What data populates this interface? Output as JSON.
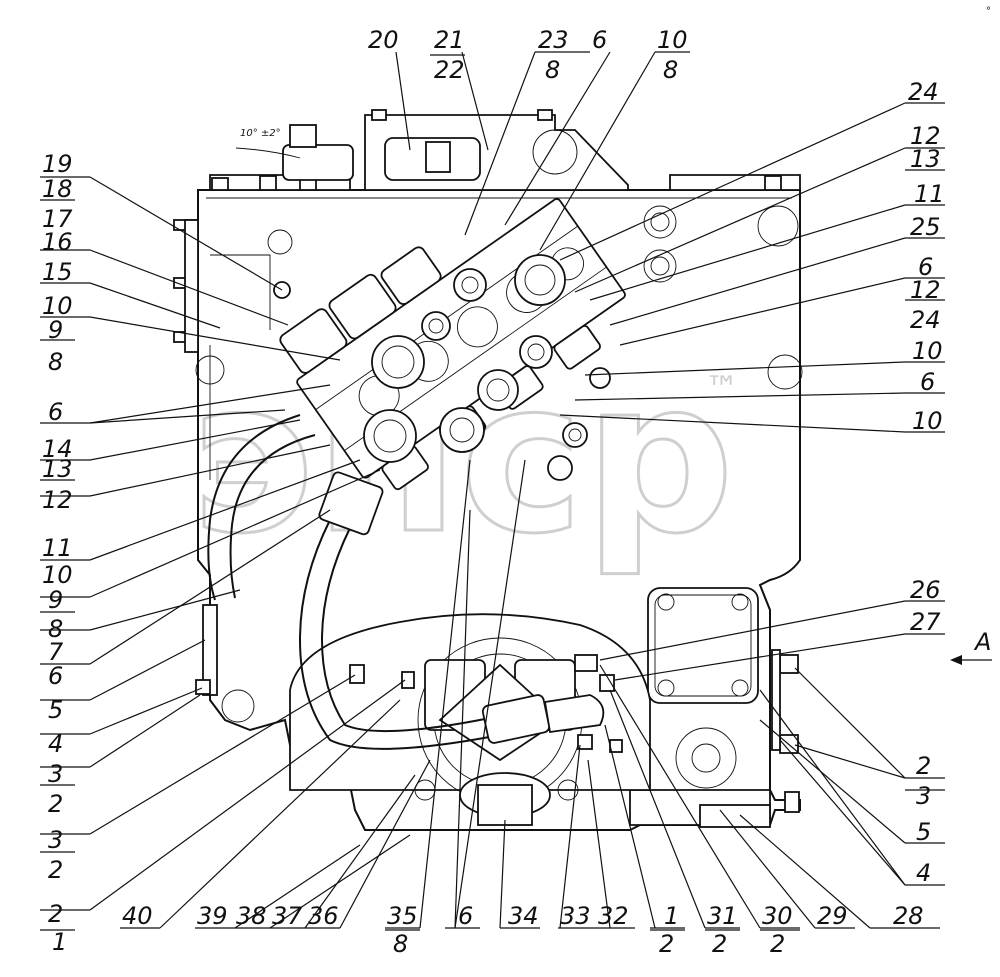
{
  "diagram": {
    "watermark": {
      "text": "эпср",
      "mark": "™"
    },
    "view_mark": "A",
    "dimension_note": "10° ±2°",
    "corner_mark": "°",
    "callouts_top": [
      {
        "id": "c20",
        "text": "20"
      },
      {
        "id": "c21",
        "text": "21"
      },
      {
        "id": "c22",
        "text": "22"
      },
      {
        "id": "c23",
        "text": "23"
      },
      {
        "id": "c8a",
        "text": "8"
      },
      {
        "id": "c6a",
        "text": "6"
      },
      {
        "id": "c10a",
        "text": "10"
      },
      {
        "id": "c8b",
        "text": "8"
      }
    ],
    "callouts_left": [
      {
        "id": "l19",
        "text": "19"
      },
      {
        "id": "l18",
        "text": "18"
      },
      {
        "id": "l17",
        "text": "17"
      },
      {
        "id": "l16",
        "text": "16"
      },
      {
        "id": "l15",
        "text": "15"
      },
      {
        "id": "l10",
        "text": "10"
      },
      {
        "id": "l9",
        "text": "9"
      },
      {
        "id": "l8",
        "text": "8"
      },
      {
        "id": "l6",
        "text": "6"
      },
      {
        "id": "l14",
        "text": "14"
      },
      {
        "id": "l13",
        "text": "13"
      },
      {
        "id": "l12",
        "text": "12"
      },
      {
        "id": "l11",
        "text": "11"
      },
      {
        "id": "l10b",
        "text": "10"
      },
      {
        "id": "l9b",
        "text": "9"
      },
      {
        "id": "l8b",
        "text": "8"
      },
      {
        "id": "l7",
        "text": "7"
      },
      {
        "id": "l6b",
        "text": "6"
      },
      {
        "id": "l5",
        "text": "5"
      },
      {
        "id": "l4",
        "text": "4"
      },
      {
        "id": "l3",
        "text": "3"
      },
      {
        "id": "l2",
        "text": "2"
      },
      {
        "id": "l3b",
        "text": "3"
      },
      {
        "id": "l2b",
        "text": "2"
      },
      {
        "id": "l2c",
        "text": "2"
      },
      {
        "id": "l1",
        "text": "1"
      }
    ],
    "callouts_right": [
      {
        "id": "r24",
        "text": "24"
      },
      {
        "id": "r12",
        "text": "12"
      },
      {
        "id": "r13",
        "text": "13"
      },
      {
        "id": "r11",
        "text": "11"
      },
      {
        "id": "r25",
        "text": "25"
      },
      {
        "id": "r6",
        "text": "6"
      },
      {
        "id": "r12b",
        "text": "12"
      },
      {
        "id": "r24b",
        "text": "24"
      },
      {
        "id": "r10",
        "text": "10"
      },
      {
        "id": "r6b",
        "text": "6"
      },
      {
        "id": "r10b",
        "text": "10"
      },
      {
        "id": "r26",
        "text": "26"
      },
      {
        "id": "r27",
        "text": "27"
      },
      {
        "id": "r2",
        "text": "2"
      },
      {
        "id": "r3",
        "text": "3"
      },
      {
        "id": "r5",
        "text": "5"
      },
      {
        "id": "r4",
        "text": "4"
      }
    ],
    "callouts_bottom": [
      {
        "id": "b40",
        "text": "40"
      },
      {
        "id": "b39",
        "text": "39"
      },
      {
        "id": "b38",
        "text": "38"
      },
      {
        "id": "b37",
        "text": "37"
      },
      {
        "id": "b36",
        "text": "36"
      },
      {
        "id": "b35",
        "text": "35"
      },
      {
        "id": "b8",
        "text": "8"
      },
      {
        "id": "b6",
        "text": "6"
      },
      {
        "id": "b34",
        "text": "34"
      },
      {
        "id": "b33",
        "text": "33"
      },
      {
        "id": "b32",
        "text": "32"
      },
      {
        "id": "b1",
        "text": "1"
      },
      {
        "id": "b2",
        "text": "2"
      },
      {
        "id": "b31",
        "text": "31"
      },
      {
        "id": "b2b",
        "text": "2"
      },
      {
        "id": "b30",
        "text": "30"
      },
      {
        "id": "b2c",
        "text": "2"
      },
      {
        "id": "b29",
        "text": "29"
      },
      {
        "id": "b28",
        "text": "28"
      }
    ]
  }
}
